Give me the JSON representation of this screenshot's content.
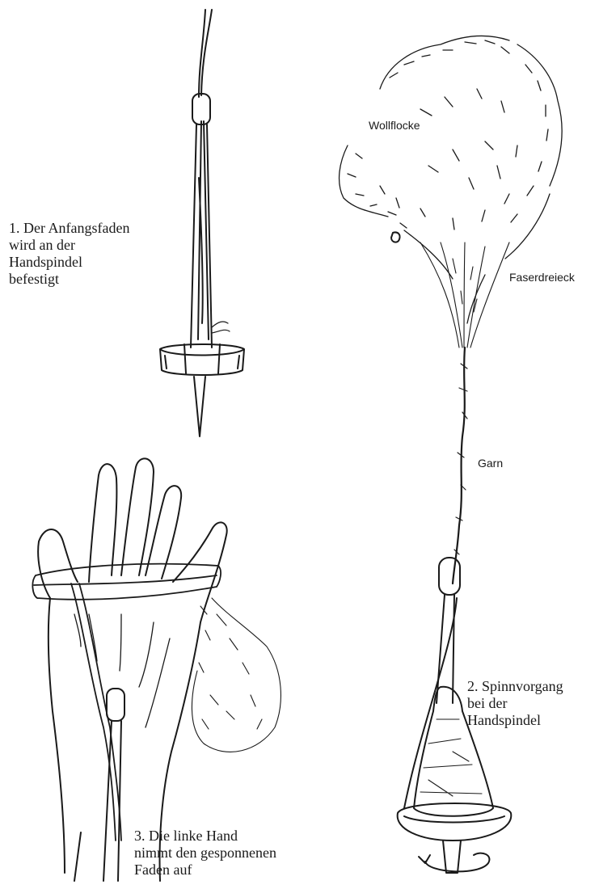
{
  "labels": {
    "step1": "1. Der Anfangsfaden\n    wird an der\n    Handspindel\n    befestigt",
    "step2": "2. Spinnvorgang\n    bei der\n    Handspindel",
    "step3": "3. Die linke Hand\n    nimmt den gesponnenen\n    Faden auf",
    "wool_tuft": "Wollflocke",
    "fiber_triangle": "Faserdreieck",
    "yarn": "Garn"
  },
  "colors": {
    "ink": "#1a1a1a",
    "paper": "#ffffff"
  }
}
